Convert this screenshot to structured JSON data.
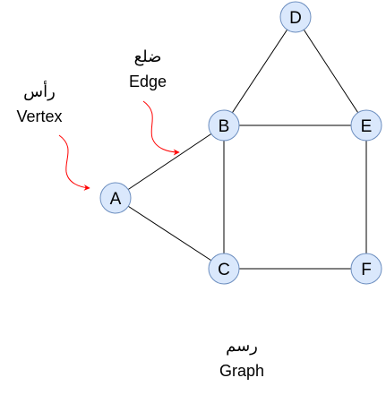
{
  "annotations": {
    "vertex": {
      "arabic": "رأس",
      "english": "Vertex"
    },
    "edge": {
      "arabic": "ضلع",
      "english": "Edge"
    },
    "graph": {
      "arabic": "رسم",
      "english": "Graph"
    }
  },
  "nodes": [
    {
      "id": "A",
      "label": "A"
    },
    {
      "id": "B",
      "label": "B"
    },
    {
      "id": "C",
      "label": "C"
    },
    {
      "id": "D",
      "label": "D"
    },
    {
      "id": "E",
      "label": "E"
    },
    {
      "id": "F",
      "label": "F"
    }
  ],
  "edges": [
    {
      "from": "A",
      "to": "B"
    },
    {
      "from": "A",
      "to": "C"
    },
    {
      "from": "B",
      "to": "C"
    },
    {
      "from": "B",
      "to": "D"
    },
    {
      "from": "B",
      "to": "E"
    },
    {
      "from": "D",
      "to": "E"
    },
    {
      "from": "E",
      "to": "F"
    },
    {
      "from": "C",
      "to": "F"
    }
  ],
  "colors": {
    "node_fill": "#dae8fc",
    "node_stroke": "#6c8ebf",
    "pointer": "#ff0000"
  }
}
